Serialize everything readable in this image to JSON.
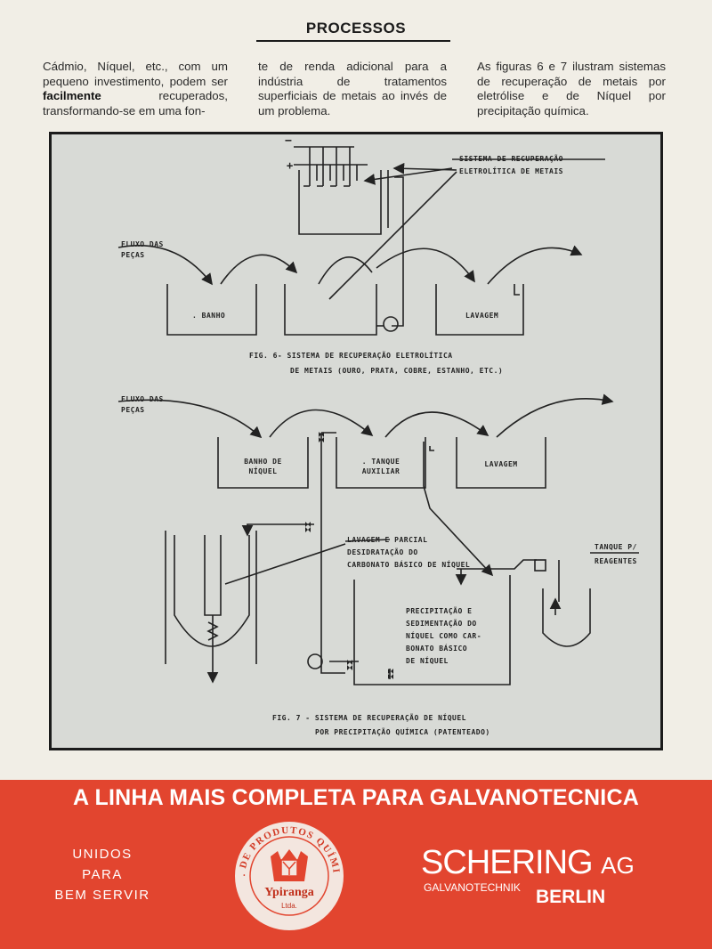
{
  "header": {
    "title": "PROCESSOS"
  },
  "text_columns": {
    "col1_a": "Cádmio, Níquel, etc., com um pequeno investimento, podem ser ",
    "col1_bold": "facilmente",
    "col1_b": " recuperados, transformando-se em uma fon-",
    "col2": "te de renda adicional para a indústria de tratamentos superficiais de metais ao invés de um problema.",
    "col3": "As figuras 6 e 7 ilustram sistemas de recuperação de metais por eletrólise e de Níquel por precipitação química."
  },
  "fig6": {
    "minus": "−",
    "plus": "+",
    "system_label_1": "SISTEMA DE RECUPERAÇÃO",
    "system_label_2": "ELETROLÍTICA DE METAIS",
    "flow_label_1": "FLUXO DAS",
    "flow_label_2": "PEÇAS",
    "tank_bath": ". BANHO",
    "tank_rinse": "LAVAGEM",
    "caption_1": "FIG. 6- SISTEMA DE RECUPERAÇÃO ELETROLÍTICA",
    "caption_2": "DE METAIS (OURO, PRATA, COBRE, ESTANHO, ETC.)"
  },
  "fig7": {
    "flow_label_1": "FLUXO DAS",
    "flow_label_2": "PEÇAS",
    "tank_nickel_1": "BANHO DE",
    "tank_nickel_2": "NÍQUEL",
    "tank_aux_1": ". TANQUE",
    "tank_aux_2": "AUXILIAR",
    "tank_rinse": "LAVAGEM",
    "wash_label_1": "LAVAGEM E PARCIAL",
    "wash_label_2": "DESIDRATAÇÃO DO",
    "wash_label_3": "CARBONATO BÁSICO DE NÍQUEL",
    "reagent_label_1": "TANQUE P/",
    "reagent_label_2": "REAGENTES",
    "precip_label_1": "PRECIPITAÇÃO E",
    "precip_label_2": "SEDIMENTAÇÃO DO",
    "precip_label_3": "NÍQUEL COMO CAR-",
    "precip_label_4": "BONATO BÁSICO",
    "precip_label_5": "DE NÍQUEL",
    "caption_1": "FIG. 7 - SISTEMA DE RECUPERAÇÃO DE NÍQUEL",
    "caption_2": "POR PRECIPITAÇÃO QUÍMICA (PATENTEADO)"
  },
  "banner": {
    "headline": "A LINHA MAIS COMPLETA PARA GALVANOTECNICA",
    "slogan_1": "UNIDOS",
    "slogan_2": "PARA",
    "slogan_3": "BEM SERVIR",
    "seal_ring_text": "IND. DE PRODUTOS QUÍMICOS",
    "seal_brand": "Ypiranga",
    "seal_sub": "Ltda.",
    "brand_name": "SCHERING",
    "brand_suffix": "AG",
    "brand_sub": "GALVANOTECHNIK",
    "brand_city": "BERLIN"
  },
  "colors": {
    "banner_red": "#e2452f",
    "paper": "#f1eee6",
    "figure_bg": "#d8dad6"
  }
}
